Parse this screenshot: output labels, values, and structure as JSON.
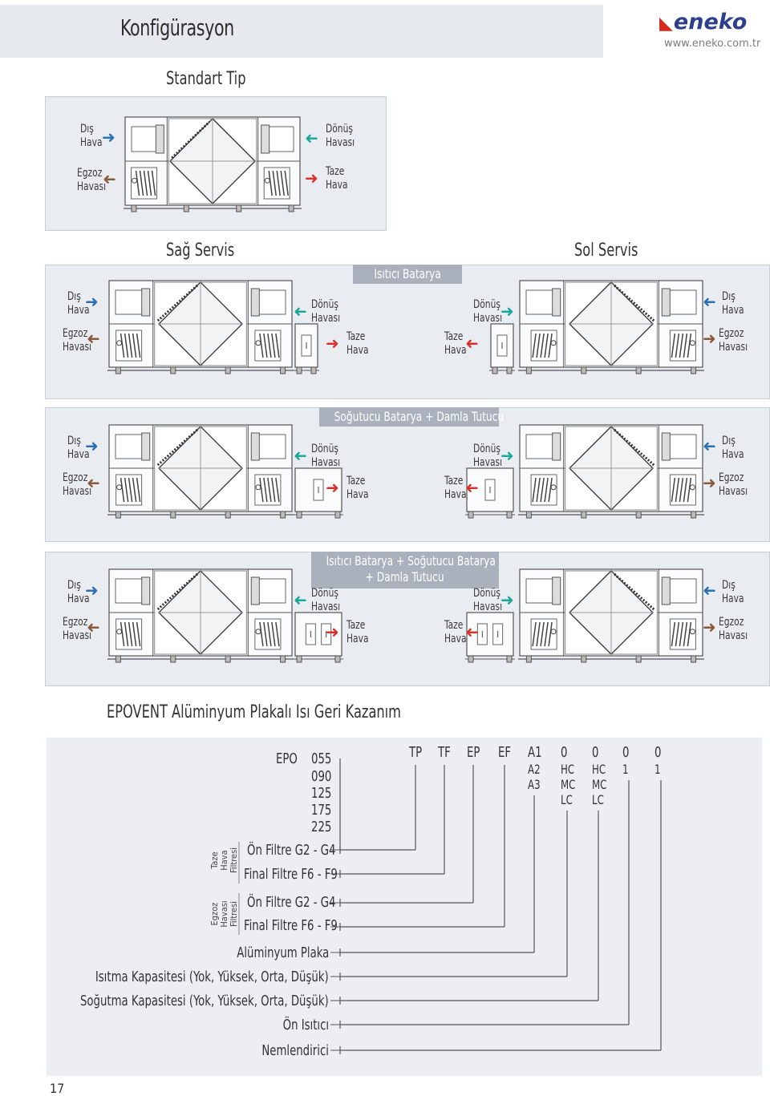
{
  "header": {
    "title": "Konfigürasyon",
    "logo_text": "eneko",
    "website": "www.eneko.com.tr"
  },
  "standard": {
    "title": "Standart Tip",
    "labels": {
      "dis_hava": "Dış Hava",
      "egzoz_havasi": "Egzoz Havası",
      "donus_havasi": "Dönüş Havası",
      "taze_hava": "Taze Hava"
    }
  },
  "service": {
    "right_title": "Sağ Servis",
    "left_title": "Sol Servis"
  },
  "rows": [
    {
      "tag": "Isıtıcı Batarya"
    },
    {
      "tag": "Soğutucu Batarya + Damla Tutucu"
    },
    {
      "tag_line1": "Isıtıcı Batarya + Soğutucu Batarya",
      "tag_line2": "+ Damla Tutucu"
    }
  ],
  "airflow_labels": {
    "dis": "Dış",
    "hava": "Hava",
    "egzoz": "Egzoz",
    "havasi": "Havası",
    "donus": "Dönüş",
    "taze": "Taze"
  },
  "code": {
    "title": "EPOVENT Alüminyum Plakalı Isı Geri Kazanım",
    "model_prefix": "EPO",
    "sizes": [
      "055",
      "090",
      "125",
      "175",
      "225"
    ],
    "taze_group_label": "Taze Hava Filtresi",
    "egzoz_group_label": "Egzoz Havası Filtresi",
    "on_filtre": "Ön Filtre  G2 - G4",
    "final_filtre": "Final Filtre F6 - F9",
    "aluminyum": "Alüminyum Plaka",
    "isitma": "Isıtma Kapasitesi (Yok, Yüksek, Orta, Düşük)",
    "sogutma": "Soğutma Kapasitesi (Yok, Yüksek, Orta, Düşük)",
    "on_isitici": "Ön Isıtıcı",
    "nemlendirici": "Nemlendirici",
    "columns": [
      {
        "head": "TP"
      },
      {
        "head": "TF"
      },
      {
        "head": "EP"
      },
      {
        "head": "EF"
      },
      {
        "head": "A1",
        "opts": [
          "A2",
          "A3"
        ]
      },
      {
        "head": "0",
        "opts": [
          "HC",
          "MC",
          "LC"
        ]
      },
      {
        "head": "0",
        "opts": [
          "HC",
          "MC",
          "LC"
        ]
      },
      {
        "head": "0",
        "opts": [
          "1"
        ]
      },
      {
        "head": "0",
        "opts": [
          "1"
        ]
      }
    ]
  },
  "page_number": "17",
  "colors": {
    "panel": "#e9ecf1",
    "tag": "#aab1bd",
    "arrow_outdoor": "#2b6fb5",
    "arrow_return": "#1ca79a",
    "arrow_exhaust": "#8a5a3c",
    "arrow_fresh": "#d6312a"
  }
}
